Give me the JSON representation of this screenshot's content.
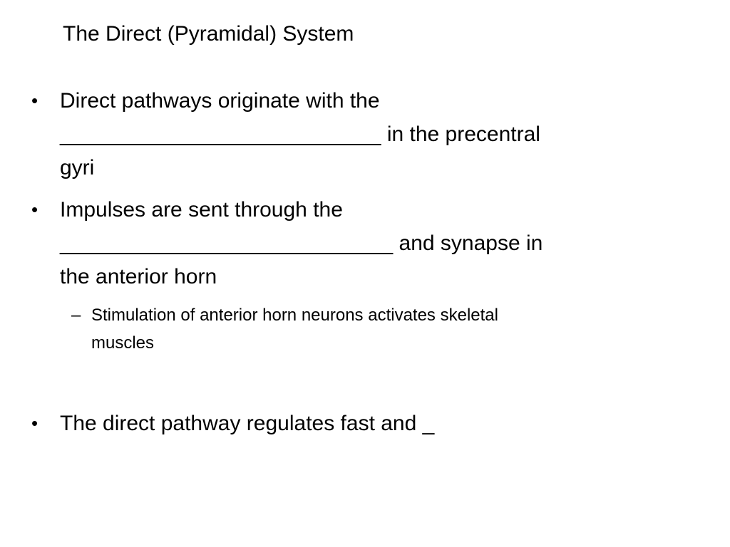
{
  "slide": {
    "title": "The Direct (Pyramidal) System",
    "bullets": [
      {
        "lines": [
          "Direct pathways originate with the",
          "___________________________ in the precentral",
          "gyri"
        ]
      },
      {
        "lines": [
          "Impulses are sent through the",
          "____________________________ and synapse in",
          "the anterior horn"
        ],
        "sub": {
          "lines": [
            "Stimulation of anterior horn neurons activates skeletal",
            "muscles"
          ]
        }
      },
      {
        "lines": [
          "The direct pathway regulates fast and _"
        ]
      }
    ],
    "bullet_symbol": "•",
    "sub_bullet_symbol": "–"
  }
}
